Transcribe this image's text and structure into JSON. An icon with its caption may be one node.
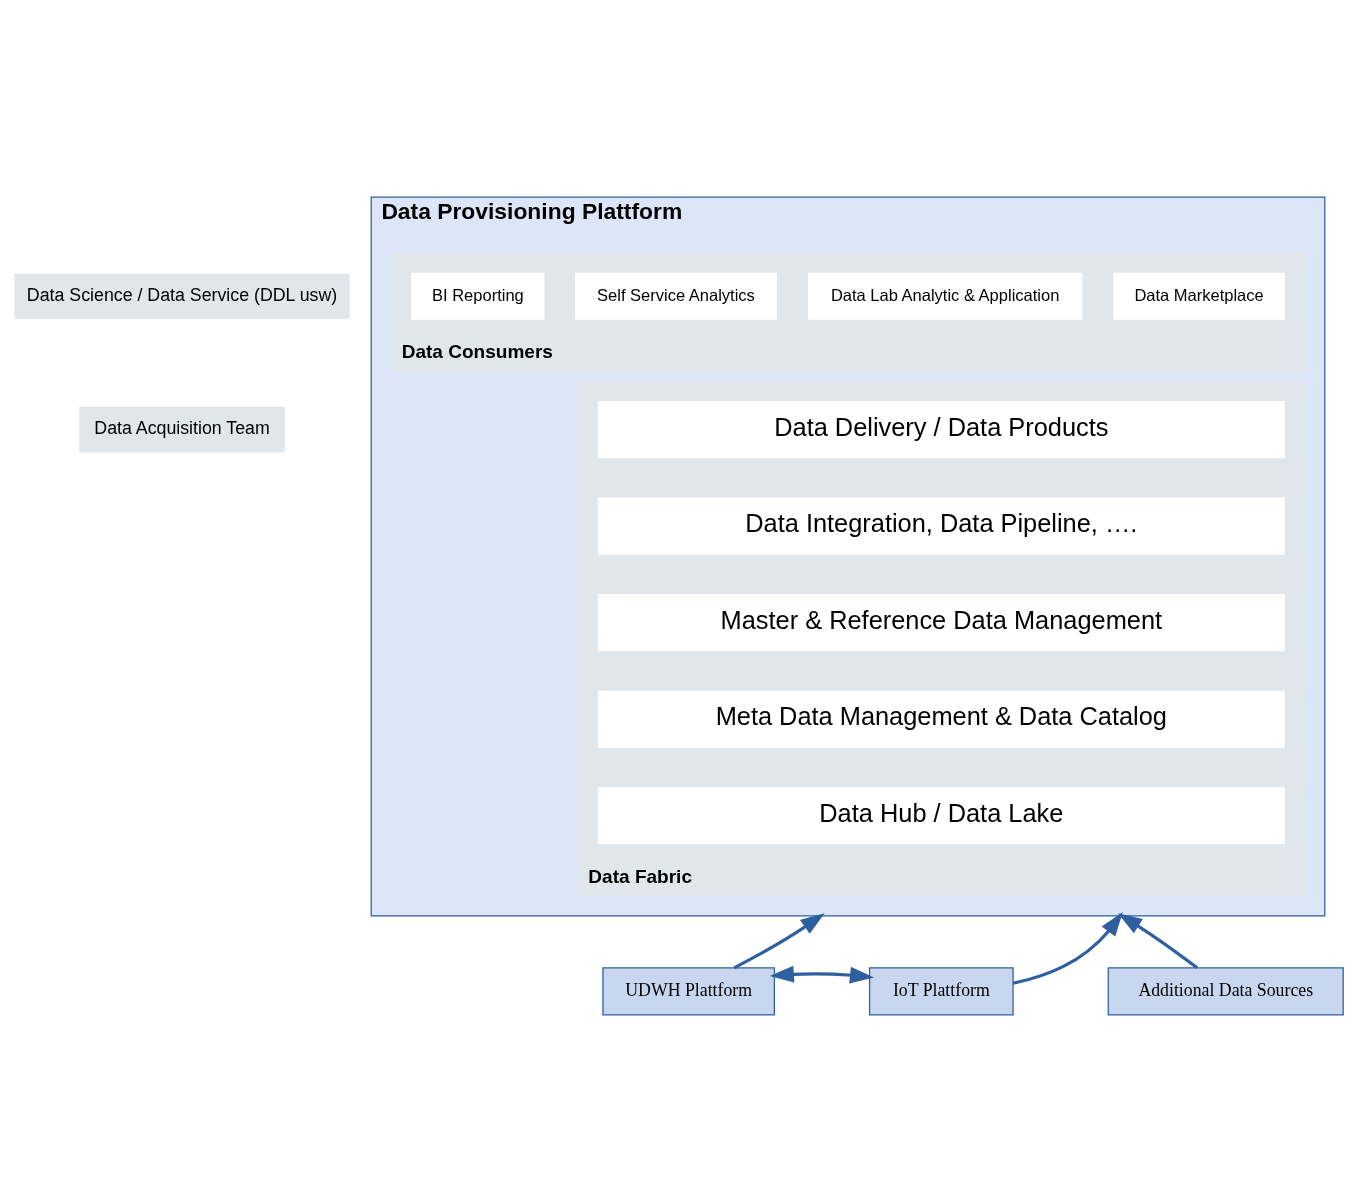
{
  "diagram": {
    "nodes": [
      {
        "text": [
          "Data Provisioning Plattform"
        ]
      },
      {
        "text": [
          "Data Consumers"
        ],
        "in": 0
      },
      {
        "text": [
          "BI Reporting"
        ],
        "in": 1
      },
      {
        "text": [
          "Self Service Analytics"
        ],
        "in": 1
      },
      {
        "text": [
          "Data Lab Analytic & Application"
        ],
        "in": 1
      },
      {
        "text": [
          "Data Marketplace"
        ],
        "in": 1
      },
      {
        "text": [
          "Data Fabric"
        ],
        "in": 0
      },
      {
        "text": [
          "Data Delivery / Data Products"
        ],
        "in": 6
      },
      {
        "text": [
          "Data Integration, Data Pipeline, …."
        ],
        "in": 6
      },
      {
        "text": [
          "Master & Reference Data Management"
        ],
        "in": 6
      },
      {
        "text": [
          "Meta Data Management & Data Catalog"
        ],
        "in": 6
      },
      {
        "text": [
          "Data Hub / Data Lake"
        ],
        "in": 6
      },
      {
        "text": [
          "Data Science / Data Service (DDL usw)"
        ]
      },
      {
        "text": [
          "Data Acquisition Team"
        ]
      },
      {
        "text": [
          "UDWH Plattform"
        ]
      },
      {
        "text": [
          "IoT Plattform"
        ]
      },
      {
        "text": [
          "Additional Data Sources"
        ]
      }
    ],
    "edges": [
      {
        "from": 14,
        "to": 0,
        "arrow": "to"
      },
      {
        "from": 15,
        "to": 0,
        "arrow": "to"
      },
      {
        "from": 16,
        "to": 0,
        "arrow": "to"
      },
      {
        "from": 14,
        "to": 15,
        "arrow": "both"
      }
    ]
  }
}
